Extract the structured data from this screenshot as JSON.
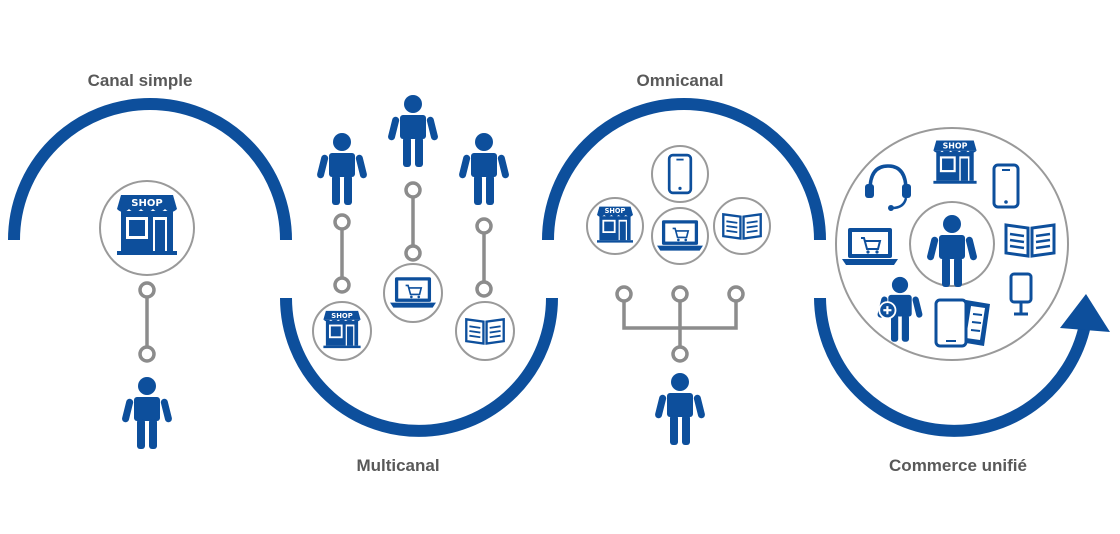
{
  "stages": [
    {
      "id": "single",
      "label": "Canal simple"
    },
    {
      "id": "multi",
      "label": "Multicanal"
    },
    {
      "id": "omni",
      "label": "Omnicanal"
    },
    {
      "id": "unified",
      "label": "Commerce unifié"
    }
  ],
  "icons": {
    "shop_sign": "SHOP"
  },
  "colors": {
    "primary_blue": "#0d4f9c",
    "connector_gray": "#8c8c8c",
    "circle_border": "#9a9a9a",
    "label_gray": "#595959"
  }
}
